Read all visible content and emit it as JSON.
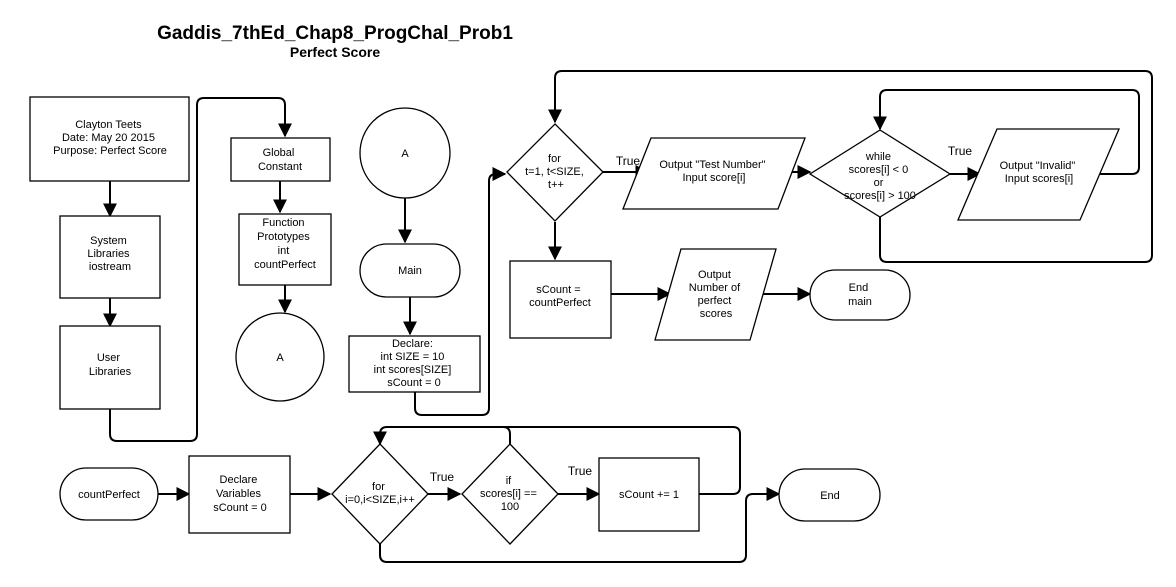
{
  "title": "Gaddis_7thEd_Chap8_ProgChal_Prob1",
  "subtitle": "Perfect Score",
  "nodes": {
    "header": [
      "Clayton Teets",
      "Date: May 20 2015",
      "Purpose: Perfect Score"
    ],
    "syslib": [
      "System",
      "Libraries",
      "iostream"
    ],
    "userlib": [
      "User",
      "Libraries"
    ],
    "globalconst": [
      "Global",
      "Constant"
    ],
    "prototypes": [
      "Function",
      "Prototypes",
      "int",
      "countPerfect"
    ],
    "conn_a_left": [
      "A"
    ],
    "conn_a_top": [
      "A"
    ],
    "main": [
      "Main"
    ],
    "declare_main": [
      "Declare:",
      "int SIZE = 10",
      "int scores[SIZE]",
      "sCount = 0"
    ],
    "for_t": [
      "for",
      "t=1, t<SIZE,",
      "t++"
    ],
    "output_test": [
      "Output \"Test Number\"",
      "Input score[i]"
    ],
    "while_check": [
      "while",
      "scores[i] < 0",
      "or",
      "scores[i] > 100"
    ],
    "output_invalid": [
      "Output \"Invalid\"",
      "Input scores[i]"
    ],
    "scount_assign": [
      "sCount =",
      "countPerfect"
    ],
    "output_perfect": [
      "Output",
      "Number of",
      "perfect",
      "scores"
    ],
    "end_main": [
      "End",
      "main"
    ],
    "countperfect": [
      "countPerfect"
    ],
    "declare_vars": [
      "Declare",
      "Variables",
      "sCount = 0"
    ],
    "for_i": [
      "for",
      "i=0,i<SIZE,i++"
    ],
    "if_check": [
      "if",
      "scores[i] ==",
      "100"
    ],
    "increment": [
      "sCount += 1"
    ],
    "end": [
      "End"
    ]
  },
  "edge_labels": {
    "for_t_true": "True",
    "while_true": "True",
    "for_i_true": "True",
    "if_true": "True"
  }
}
